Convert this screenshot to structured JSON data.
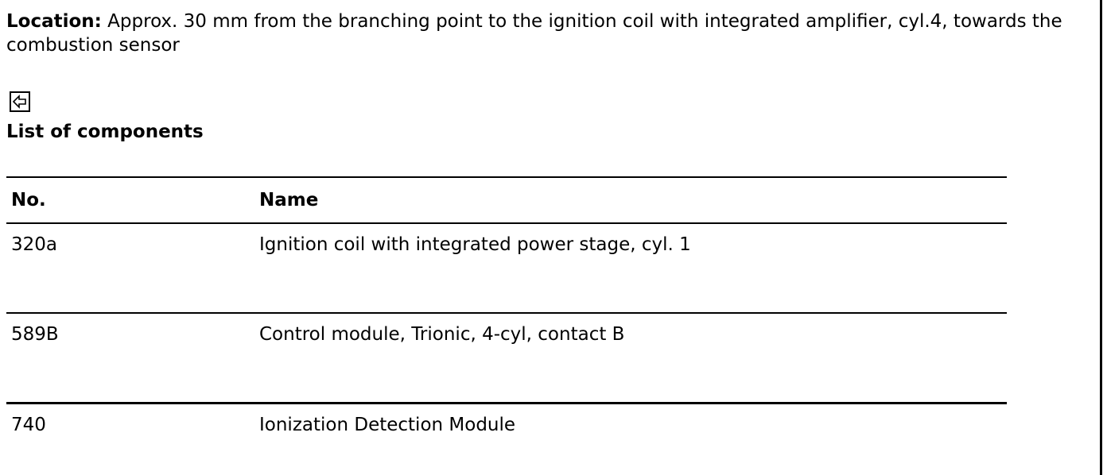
{
  "location": {
    "label": "Location:",
    "text": " Approx. 30 mm from the branching point to the ignition coil with integrated amplifier, cyl.4, towards the combustion sensor"
  },
  "back_icon": "back-arrow-icon",
  "components": {
    "heading": "List of components",
    "columns": {
      "no": "No.",
      "name": "Name"
    },
    "rows": [
      {
        "no": "320a",
        "name": "Ignition coil with integrated power stage, cyl. 1"
      },
      {
        "no": "589B",
        "name": "Control module, Trionic, 4-cyl, contact B"
      },
      {
        "no": "740",
        "name": "Ionization Detection Module"
      }
    ]
  }
}
